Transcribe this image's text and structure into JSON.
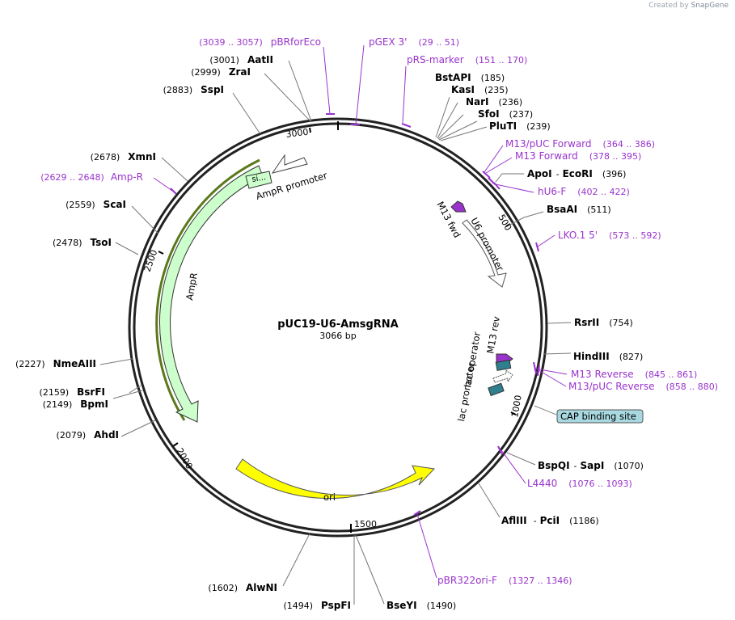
{
  "credit": {
    "prefix": "Created by",
    "brand": "SnapGene"
  },
  "plasmid": {
    "name": "pUC19-U6-AmsgRNA",
    "size_label": "3066 bp",
    "length": 3066
  },
  "ticks": [
    "500",
    "1000",
    "1500",
    "2000",
    "2500",
    "3000"
  ],
  "colors": {
    "enzyme": "#000000",
    "primer": "#9933cc",
    "ampr": "#ccffcc",
    "ori": "#ffff00",
    "cap": "#a8d8e0"
  },
  "enzymes": [
    {
      "name": "BstAPI",
      "pos": "(185)"
    },
    {
      "name": "KasI",
      "pos": "(235)"
    },
    {
      "name": "NarI",
      "pos": "(236)"
    },
    {
      "name": "SfoI",
      "pos": "(237)"
    },
    {
      "name": "PluTI",
      "pos": "(239)"
    },
    {
      "name": "ApoI",
      "name2": "EcoRI",
      "pos": "(396)"
    },
    {
      "name": "BsaAI",
      "pos": "(511)"
    },
    {
      "name": "RsrII",
      "pos": "(754)"
    },
    {
      "name": "HindIII",
      "pos": "(827)"
    },
    {
      "name": "BspQI",
      "name2": "SapI",
      "pos": "(1070)"
    },
    {
      "name": "AflIII",
      "name2": "PciI",
      "pos": "(1186)"
    },
    {
      "name": "BseYI",
      "pos": "(1490)"
    },
    {
      "name": "PspFI",
      "pos": "(1494)"
    },
    {
      "name": "AlwNI",
      "pos": "(1602)"
    },
    {
      "name": "AhdI",
      "pos": "(2079)"
    },
    {
      "name": "BpmI",
      "pos": "(2149)"
    },
    {
      "name": "BsrFI",
      "pos": "(2159)"
    },
    {
      "name": "NmeAIII",
      "pos": "(2227)"
    },
    {
      "name": "TsoI",
      "pos": "(2478)"
    },
    {
      "name": "ScaI",
      "pos": "(2559)"
    },
    {
      "name": "XmnI",
      "pos": "(2678)"
    },
    {
      "name": "SspI",
      "pos": "(2883)"
    },
    {
      "name": "ZraI",
      "pos": "(2999)"
    },
    {
      "name": "AatII",
      "pos": "(3001)"
    }
  ],
  "primers": [
    {
      "name": "pGEX 3'",
      "range": "(29 .. 51)"
    },
    {
      "name": "pRS-marker",
      "range": "(151 .. 170)"
    },
    {
      "name": "M13/pUC Forward",
      "range": "(364 .. 386)"
    },
    {
      "name": "M13 Forward",
      "range": "(378 .. 395)"
    },
    {
      "name": "hU6-F",
      "range": "(402 .. 422)"
    },
    {
      "name": "LKO.1 5'",
      "range": "(573 .. 592)"
    },
    {
      "name": "M13 Reverse",
      "range": "(845 .. 861)"
    },
    {
      "name": "M13/pUC Reverse",
      "range": "(858 .. 880)"
    },
    {
      "name": "L4440",
      "range": "(1076 .. 1093)"
    },
    {
      "name": "pBR322ori-F",
      "range": "(1327 .. 1346)"
    },
    {
      "name": "Amp-R",
      "range": "(2629 .. 2648)"
    },
    {
      "name": "pBRforEco",
      "range": "(3039 .. 3057)"
    }
  ],
  "features": {
    "ampr": "AmpR",
    "ampr_promoter": "AmpR promoter",
    "signal": "si...",
    "ori": "ori",
    "u6_promoter": "U6 promoter",
    "m13_fwd": "M13 fwd",
    "m13_rev": "M13 rev",
    "lac_operator": "lac operator",
    "lac_promoter": "lac promoter",
    "cap_site": "CAP binding site"
  }
}
